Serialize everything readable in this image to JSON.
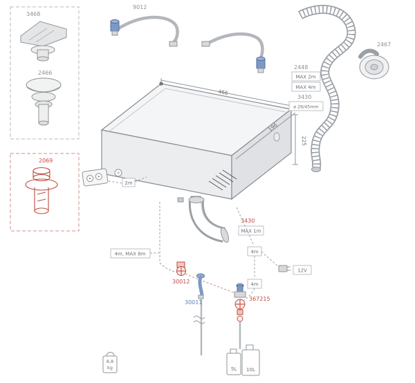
{
  "colors": {
    "line": "#8f9499",
    "accent_red": "#bf4a3e",
    "accent_blue": "#5b7fb5",
    "text_gray": "#8a8f96"
  },
  "parts": {
    "roof_cowl": "3468",
    "roof_vent": "2466",
    "flue_chimney": "2069",
    "water_connection_set": "9012",
    "duct_set": "2448",
    "wall_vent": "2467",
    "duct_ref": "3430",
    "elbow_duct": "3430",
    "drain_valve": "30012",
    "drain_hose": "30011",
    "safety_drain_valve": "367215"
  },
  "notes": {
    "max_2m": "MAX 2m",
    "max_4m": "MAX 4m",
    "duct_diameter": "⌀ 26/45mm",
    "panel_cable_2m": "2m",
    "elbow_max_1m": "MAX 1m",
    "cable_4m_max_8m": "4m, MAX 8m",
    "cable_4m_right": "4m",
    "cable_4m_lower": "4m",
    "power_12v": "12V"
  },
  "dimensions": {
    "width_mm": "466",
    "depth_mm": "196",
    "height_mm": "225"
  },
  "stats": {
    "weight": "8,8",
    "weight_unit": "kg",
    "capacity_small": "5L",
    "capacity_large": "10L"
  }
}
